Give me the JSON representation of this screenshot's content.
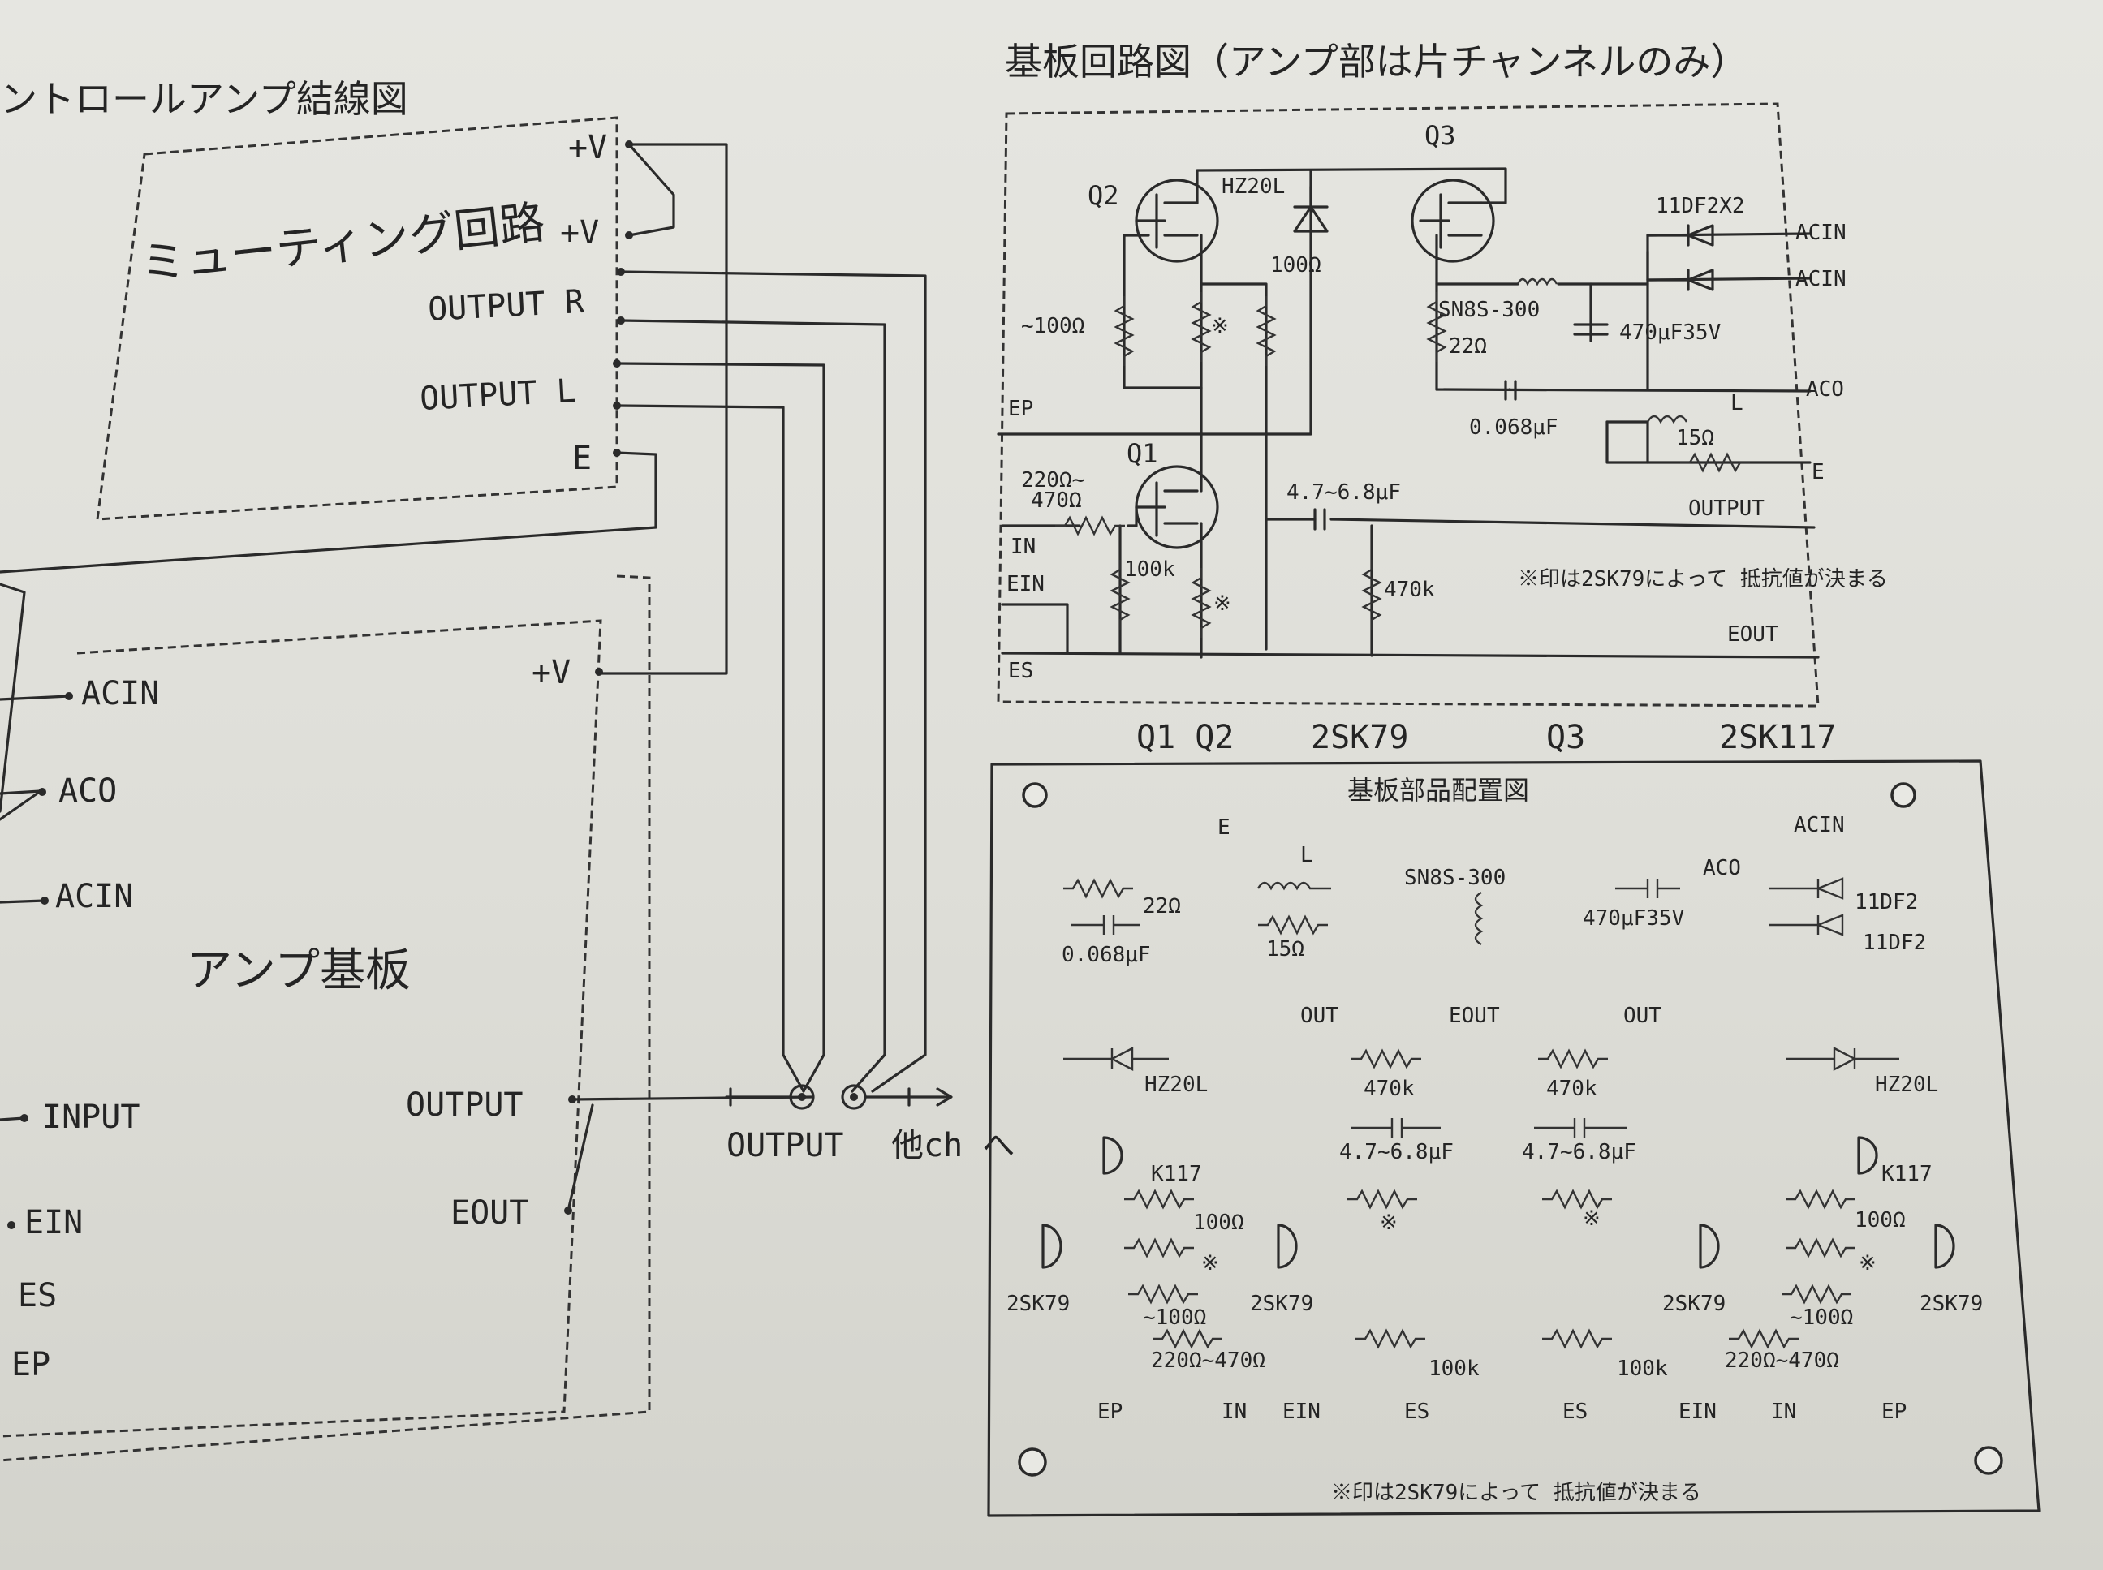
{
  "titles": {
    "wiring": "ントロールアンプ結線図",
    "circuit": "基板回路図（アンプ部は片チャンネルのみ）",
    "layout": "基板部品配置図"
  },
  "wiring": {
    "muting_box": "ミューティング回路",
    "amp_board": "アンプ基板",
    "v_plus_1": "+V",
    "v_plus_2": "+V",
    "output_r": "OUTPUT R",
    "output_l": "OUTPUT L",
    "e": "E",
    "acin_1": "ACIN",
    "aco": "ACO",
    "acin_2": "ACIN",
    "input": "INPUT",
    "ein": "EIN",
    "es": "ES",
    "ep": "EP",
    "v_plus_3": "+V",
    "output": "OUTPUT",
    "eout": "EOUT",
    "jack_output": "OUTPUT",
    "jack_other": "他ch へ"
  },
  "circuit": {
    "q1": "Q1",
    "q2": "Q2",
    "q3": "Q3",
    "hz20l": "HZ20L",
    "r100_top": "100Ω",
    "r100_left": "~100Ω",
    "asterisk_1": "※",
    "asterisk_2": "※",
    "ep": "EP",
    "r_in": "220Ω~",
    "r_in2": "470Ω",
    "in": "IN",
    "r100k": "100k",
    "ein": "EIN",
    "es": "ES",
    "cap_coupling": "4.7~6.8μF",
    "r470k": "470k",
    "note": "※印は2SK79によって 抵抗値が決まる",
    "eout": "EOUT",
    "output": "OUTPUT",
    "diode": "11DF2X2",
    "acin_1": "ACIN",
    "acin_2": "ACIN",
    "choke": "SN8S-300",
    "r22": "22Ω",
    "cap_470": "470μF35V",
    "aco": "ACO",
    "cap_068": "0.068μF",
    "l": "L",
    "r15": "15Ω",
    "e": "E"
  },
  "parts_list": {
    "q12": "Q1 Q2",
    "q12_type": "2SK79",
    "q3": "Q3",
    "q3_type": "2SK117"
  },
  "layout": {
    "e": "E",
    "r22": "22Ω",
    "c068": "0.068μF",
    "l": "L",
    "r15": "15Ω",
    "choke": "SN8S-300",
    "cap470": "470μF35V",
    "aco": "ACO",
    "acin": "ACIN",
    "diode1": "11DF2",
    "diode2": "11DF2",
    "out_l": "OUT",
    "eout": "EOUT",
    "out_r": "OUT",
    "r470k_l": "470k",
    "r470k_r": "470k",
    "hz20l_l": "HZ20L",
    "hz20l_r": "HZ20L",
    "cap_l": "4.7~6.8μF",
    "cap_r": "4.7~6.8μF",
    "k117_l": "K117",
    "k117_r": "K117",
    "r100_l": "100Ω",
    "r100_r": "100Ω",
    "ast_1": "※",
    "ast_2": "※",
    "ast_3": "※",
    "ast_4": "※",
    "r100b_l": "~100Ω",
    "r100b_r": "~100Ω",
    "sk79_1": "2SK79",
    "sk79_2": "2SK79",
    "sk79_3": "2SK79",
    "sk79_4": "2SK79",
    "rin_l": "220Ω~470Ω",
    "rin_r": "220Ω~470Ω",
    "r100k_l": "100k",
    "r100k_r": "100k",
    "ep_l": "EP",
    "in_l": "IN",
    "ein_l": "EIN",
    "es_l": "ES",
    "es_r": "ES",
    "ein_r": "EIN",
    "in_r": "IN",
    "ep_r": "EP",
    "note": "※印は2SK79によって 抵抗値が決まる"
  }
}
